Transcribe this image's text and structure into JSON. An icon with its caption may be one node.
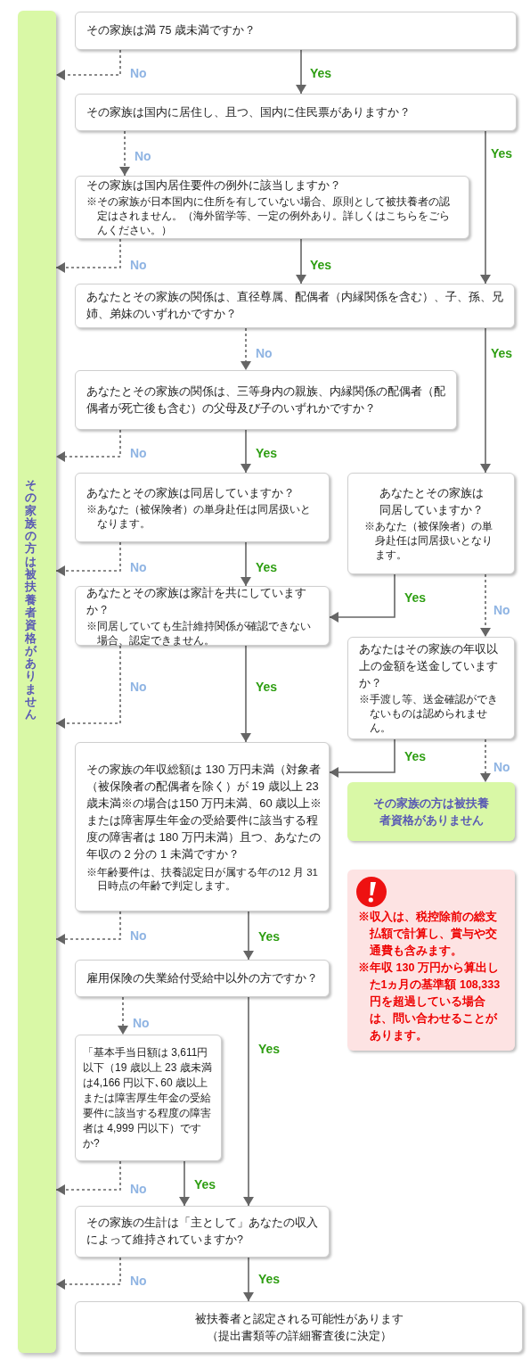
{
  "diagram": {
    "nodes": [
      {
        "text": [
          "その家族の方は被扶養者資格がありません"
        ]
      },
      {
        "text": [
          "その家族は満 75 歳未満ですか？"
        ]
      },
      {
        "text": [
          "その家族は国内に居住し、且つ、国内に住民票がありますか？"
        ]
      },
      {
        "text": [
          "その家族は国内居住要件の例外に該当しますか？",
          "※その家族が日本国内に住所を有していない場合、原則として被扶養者の認定はされません。（海外留学等、一定の例外あり。詳しくはこちらをごらんください。）"
        ]
      },
      {
        "text": [
          "あなたとその家族の関係は、直径尊属、配偶者（内縁関係を含む）、子、孫、兄姉、弟妹のいずれかですか？"
        ]
      },
      {
        "text": [
          "あなたとその家族の関係は、三等身内の親族、内縁関係の配偶者（配偶者が死亡後も含む）の父母及び子のいずれかですか？"
        ]
      },
      {
        "text": [
          "あなたとその家族は同居していますか？",
          "※あなた（被保険者）の単身赴任は同居扱いとなります。"
        ]
      },
      {
        "text": [
          "あなたとその家族は同居していますか？",
          "※あなた（被保険者）の単身赴任は同居扱いとなります。"
        ]
      },
      {
        "text": [
          "あなたとその家族は家計を共にしていますか？",
          "※同居していても生計維持関係が確認できない場合、認定できません。"
        ]
      },
      {
        "text": [
          "あなたはその家族の年収以上の金額を送金していますか？",
          "※手渡し等、送金確認ができないものは認められません。"
        ]
      },
      {
        "text": [
          "その家族の年収総額は 130 万円未満（対象者（被保険者の配偶者を除く）が 19 歳以上 23 歳未満※の場合は150 万円未満、60 歳以上※または障害厚生年金の受給要件に該当する程度の障害者は 180 万円未満）且つ、あなたの年収の 2 分の 1 未満ですか？",
          "※年齢要件は、扶養認定日が属する年の12 月 31日時点の年齢で判定します。"
        ]
      },
      {
        "text": [
          "その家族の方は被扶養者資格がありません"
        ]
      },
      {
        "text": [
          "※収入は、税控除前の総支払額で計算し、賞与や交通費も含みます。",
          "※年収 130 万円から算出した1ヵ月の基準額 108,333 円を超過している場合は、問い合わせることがあります。"
        ]
      },
      {
        "text": [
          "雇用保険の失業給付受給中以外の方ですか？"
        ]
      },
      {
        "text": [
          "「基本手当日額は 3,611円以下（19 歳以上 23 歳未満は4,166 円以下､60 歳以上または障害厚生年金の受給要件に該当する程度の障害者は 4,999 円以下）ですか?"
        ]
      },
      {
        "text": [
          "その家族の生計は「主として」あなたの収入によって維持されていますか?"
        ]
      },
      {
        "text": [
          "被扶養者と認定される可能性があります（提出書類等の詳細審査後に決定）"
        ]
      }
    ],
    "edges": [
      {
        "from": 1,
        "to": 0,
        "arrow": "to",
        "label": "No",
        "style": "dashed"
      },
      {
        "from": 1,
        "to": 2,
        "arrow": "to",
        "label": "Yes"
      },
      {
        "from": 2,
        "to": 3,
        "arrow": "to",
        "label": "No",
        "style": "dashed"
      },
      {
        "from": 2,
        "to": 4,
        "arrow": "to",
        "label": "Yes"
      },
      {
        "from": 3,
        "to": 0,
        "arrow": "to",
        "label": "No",
        "style": "dashed"
      },
      {
        "from": 3,
        "to": 4,
        "arrow": "to",
        "label": "Yes"
      },
      {
        "from": 4,
        "to": 5,
        "arrow": "to",
        "label": "No",
        "style": "dashed"
      },
      {
        "from": 4,
        "to": 7,
        "arrow": "to",
        "label": "Yes"
      },
      {
        "from": 5,
        "to": 0,
        "arrow": "to",
        "label": "No",
        "style": "dashed"
      },
      {
        "from": 5,
        "to": 6,
        "arrow": "to",
        "label": "Yes"
      },
      {
        "from": 6,
        "to": 0,
        "arrow": "to",
        "label": "No",
        "style": "dashed"
      },
      {
        "from": 6,
        "to": 8,
        "arrow": "to",
        "label": "Yes"
      },
      {
        "from": 7,
        "to": 8,
        "arrow": "to",
        "label": "Yes"
      },
      {
        "from": 7,
        "to": 9,
        "arrow": "to",
        "label": "No",
        "style": "dashed"
      },
      {
        "from": 8,
        "to": 0,
        "arrow": "to",
        "label": "No",
        "style": "dashed"
      },
      {
        "from": 8,
        "to": 10,
        "arrow": "to",
        "label": "Yes"
      },
      {
        "from": 9,
        "to": 10,
        "arrow": "to",
        "label": "Yes"
      },
      {
        "from": 9,
        "to": 11,
        "arrow": "to",
        "label": "No",
        "style": "dashed"
      },
      {
        "from": 10,
        "to": 0,
        "arrow": "to",
        "label": "No",
        "style": "dashed"
      },
      {
        "from": 10,
        "to": 13,
        "arrow": "to",
        "label": "Yes"
      },
      {
        "from": 13,
        "to": 14,
        "arrow": "to",
        "label": "No",
        "style": "dashed"
      },
      {
        "from": 13,
        "to": 15,
        "arrow": "to",
        "label": "Yes"
      },
      {
        "from": 14,
        "to": 0,
        "arrow": "to",
        "label": "No",
        "style": "dashed"
      },
      {
        "from": 14,
        "to": 15,
        "arrow": "to",
        "label": "Yes"
      },
      {
        "from": 15,
        "to": 0,
        "arrow": "to",
        "label": "No",
        "style": "dashed"
      },
      {
        "from": 15,
        "to": 16,
        "arrow": "to",
        "label": "Yes"
      }
    ]
  }
}
